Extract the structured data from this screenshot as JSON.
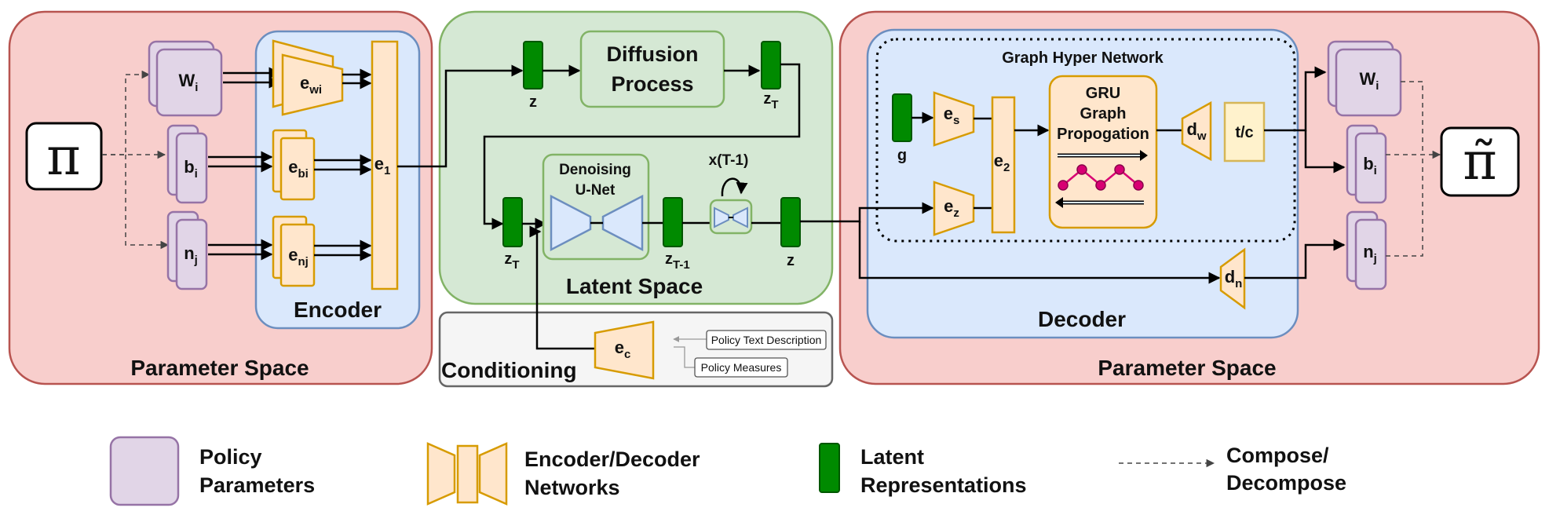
{
  "regions": {
    "param_left": "Parameter Space",
    "param_right": "Parameter Space",
    "encoder": "Encoder",
    "latent": "Latent Space",
    "conditioning": "Conditioning",
    "decoder": "Decoder",
    "ghn": "Graph Hyper Network"
  },
  "left": {
    "pi": "π",
    "w": "W",
    "w_sub": "i",
    "b": "b",
    "b_sub": "i",
    "n": "n",
    "n_sub": "j",
    "e_wi": "e",
    "e_wi_sub": "wi",
    "e_bi": "e",
    "e_bi_sub": "bi",
    "e_nj": "e",
    "e_nj_sub": "nj",
    "e1": "e",
    "e1_sub": "1"
  },
  "latent": {
    "z_top": "z",
    "diffusion_line1": "Diffusion",
    "diffusion_line2": "Process",
    "zT_top": "z",
    "zT_top_sub": "T",
    "zT_bottom": "z",
    "zT_bottom_sub": "T",
    "unet_line1": "Denoising",
    "unet_line2": "U-Net",
    "zT1": "z",
    "zT1_sub": "T-1",
    "xT1": "x(T-1)",
    "z_out": "z"
  },
  "conditioning": {
    "ec": "e",
    "ec_sub": "c",
    "text_desc": "Policy Text Description",
    "measures": "Policy Measures"
  },
  "decoder": {
    "g": "g",
    "es": "e",
    "es_sub": "s",
    "ez": "e",
    "ez_sub": "z",
    "e2": "e",
    "e2_sub": "2",
    "gru_line1": "GRU",
    "gru_line2": "Graph",
    "gru_line3": "Propogation",
    "dw": "d",
    "dw_sub": "w",
    "tc": "t/c",
    "dn": "d",
    "dn_sub": "n",
    "w": "W",
    "w_sub": "i",
    "b": "b",
    "b_sub": "i",
    "n": "n",
    "n_sub": "j",
    "pi_tilde": "π̃"
  },
  "legend": {
    "policy_line1": "Policy",
    "policy_line2": "Parameters",
    "network_line1": "Encoder/Decoder",
    "network_line2": "Networks",
    "latent_line1": "Latent",
    "latent_line2": "Representations",
    "compose_line1": "Compose/",
    "compose_line2": "Decompose"
  },
  "colors": {
    "param_fill": "#f8cecc",
    "param_stroke": "#b85450",
    "enc_fill": "#dae8fc",
    "enc_stroke": "#6c8ebf",
    "latent_fill": "#d5e8d4",
    "latent_stroke": "#82b366",
    "cond_fill": "#f5f5f5",
    "cond_stroke": "#666666",
    "purple_fill": "#e1d5e7",
    "purple_stroke": "#9673a6",
    "orange_fill": "#ffe6cc",
    "orange_stroke": "#d79b00",
    "dark_green": "#008a00",
    "dark_green_stroke": "#005700",
    "tc_fill": "#fff2cc",
    "tc_stroke": "#d6b656",
    "node_pink": "#d80073"
  }
}
